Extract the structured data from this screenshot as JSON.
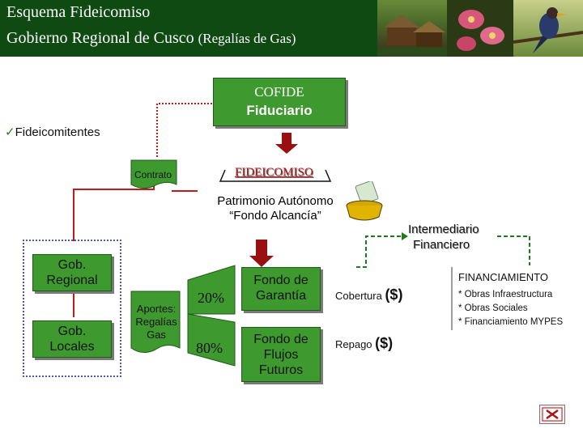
{
  "header": {
    "line1": "Esquema Fideicomiso",
    "line2_main": "Gobierno Regional de Cusco",
    "line2_suffix": "(Regalías de Gas)"
  },
  "cofide": {
    "line1": "COFIDE",
    "line2": "Fiduciario"
  },
  "fideicomitentes": {
    "bullet": "✓",
    "label": "Fideicomitentes"
  },
  "contrato": "Contrato",
  "fideicomiso": "FIDEICOMISO",
  "patrimonio": {
    "line1": "Patrimonio Autónomo",
    "line2": "“Fondo Alcancía”"
  },
  "intermediario": {
    "line1": "Intermediario",
    "line2": "Financiero"
  },
  "gob_regional": {
    "line1": "Gob.",
    "line2": "Regional"
  },
  "gob_locales": {
    "line1": "Gob.",
    "line2": "Locales"
  },
  "aportes": {
    "line1": "Aportes:",
    "line2": "Regalías",
    "line3": "Gas"
  },
  "pct_top": "20%",
  "pct_bottom": "80%",
  "fondo_garantia": {
    "line1": "Fondo de",
    "line2": "Garantía"
  },
  "fondo_flujos": {
    "line1": "Fondo de",
    "line2": "Flujos",
    "line3": "Futuros"
  },
  "cobertura": {
    "label": "Cobertura",
    "symbol": "($)"
  },
  "repago": {
    "label": "Repago",
    "symbol": "($)"
  },
  "financiamiento": {
    "title": "FINANCIAMIENTO",
    "items": [
      "* Obras Infraestructura",
      "* Obras Sociales",
      "* Financiamiento MYPES"
    ]
  },
  "colors": {
    "header_bg": "#0f4a12",
    "box_green": "#3e9a2f",
    "arrow_red": "#9a1010",
    "line_red": "#c41a1a",
    "dash_green": "#1f7a1f",
    "left_border_blue": "#4a5aa8"
  },
  "icons": [
    "money-bag-icon",
    "money-bowl-icon",
    "return-arrow-icon"
  ]
}
